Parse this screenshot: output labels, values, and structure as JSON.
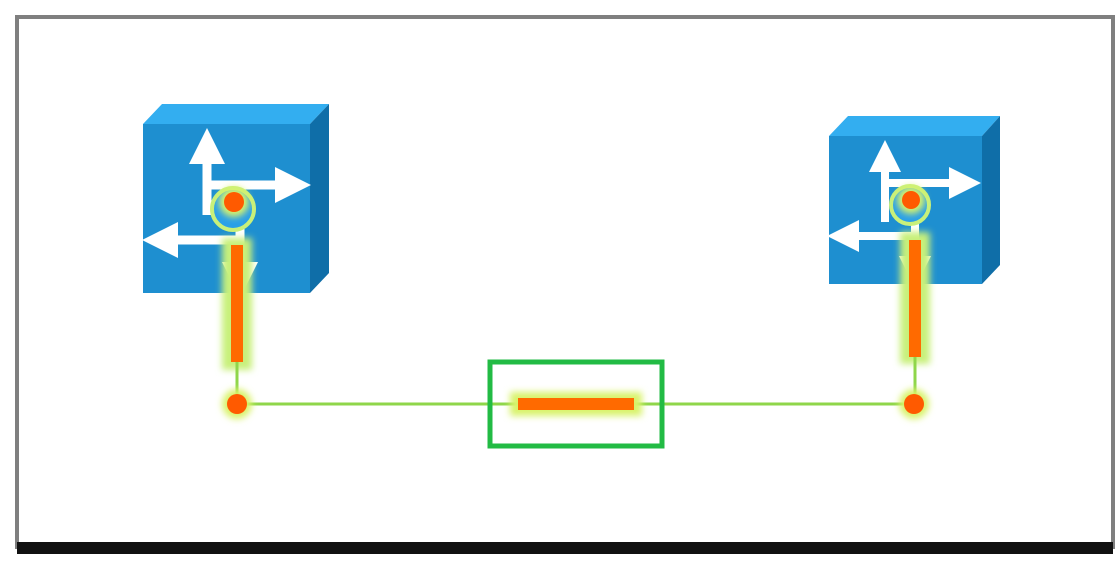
{
  "diagram": {
    "nodes": [
      {
        "id": "switch-left",
        "kind": "switch-icon"
      },
      {
        "id": "switch-right",
        "kind": "switch-icon"
      }
    ],
    "links": [
      {
        "id": "left-vertical-link",
        "from": "switch-left",
        "to": "left-junction"
      },
      {
        "id": "horizontal-link",
        "from": "left-junction",
        "to": "right-junction"
      },
      {
        "id": "right-vertical-link",
        "from": "switch-right",
        "to": "right-junction"
      }
    ],
    "highlight": {
      "target": "horizontal-link",
      "marker": "green-selection-box"
    }
  },
  "colors": {
    "frame_border": "#7f7f7f",
    "bottom_bar": "#111111",
    "switch_front": "#1e8fd0",
    "switch_top": "#33aef0",
    "switch_side": "#0f6ea8",
    "arrow": "#ffffff",
    "link_glow": "#c8f07a",
    "link_core": "#ff6a00",
    "link_thin": "#7cc23a",
    "endpoint": "#ff5a00",
    "selection_box": "#22bb44"
  }
}
